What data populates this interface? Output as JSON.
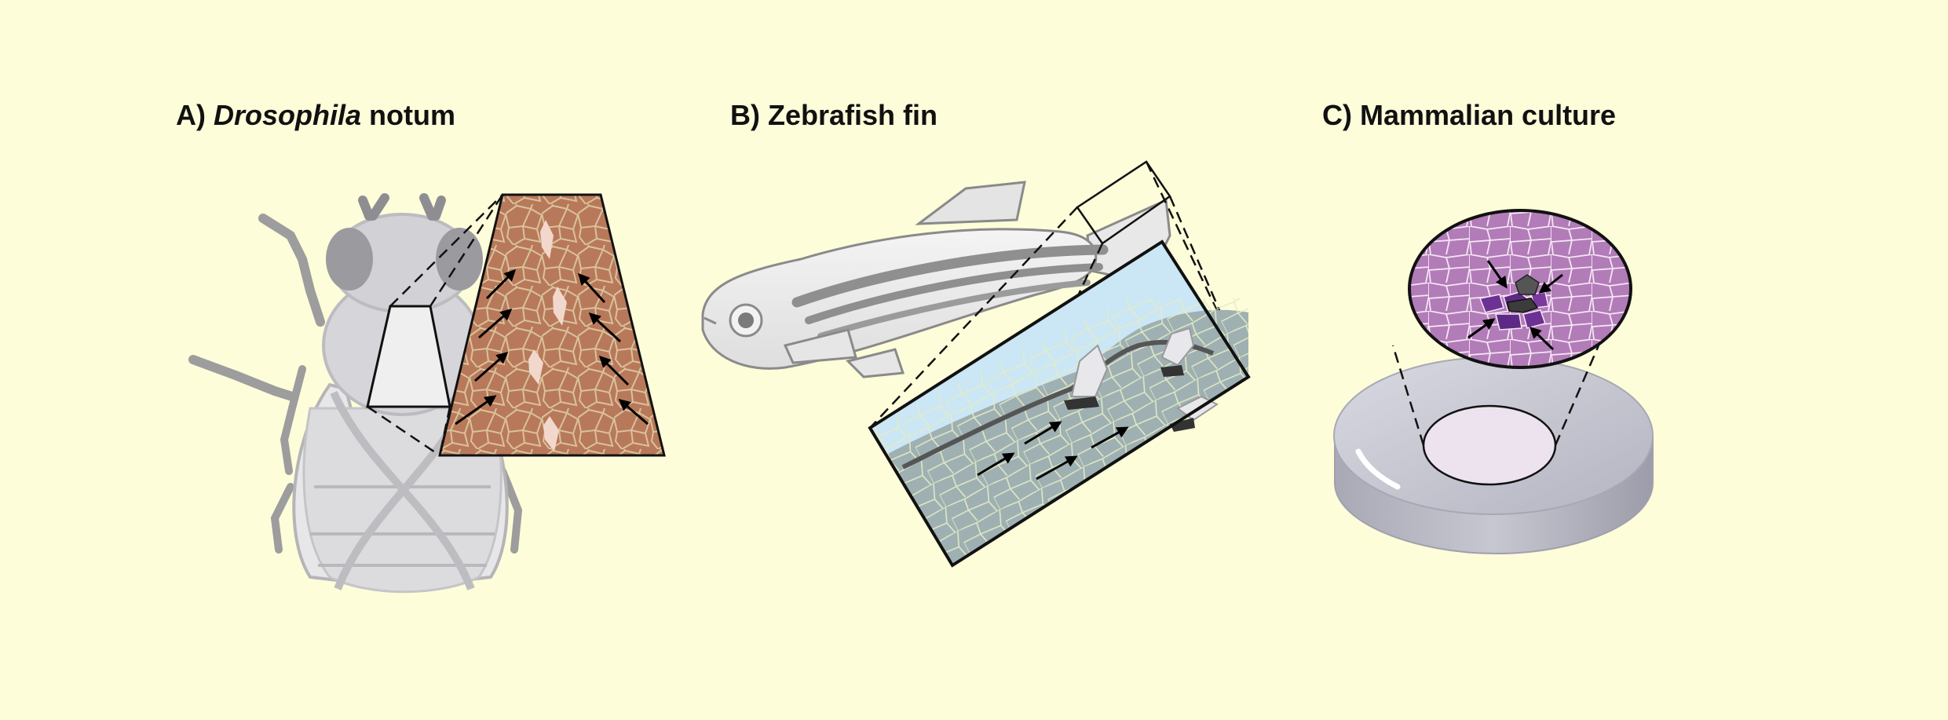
{
  "panels": {
    "a": {
      "prefix": "A) ",
      "italic": "Drosophila",
      "suffix": " notum"
    },
    "b": {
      "label": "B) Zebrafish fin"
    },
    "c": {
      "label": "C) Mammalian culture"
    }
  },
  "colors": {
    "background": "#fefdda",
    "drosophila_tissue": "#b8795a",
    "drosophila_cell_edges": "#d9c29c",
    "fin_water": "#cbe6f5",
    "fin_tissue": "#9fb0b3",
    "fin_cell_edges": "#e3ecc4",
    "culture_tissue": "#b27cb8",
    "culture_wound_cells": "#5c2a86",
    "dish": "#c9c9d3"
  },
  "icons": {
    "fly": "fruit-fly-illustration",
    "fish": "zebrafish-illustration",
    "dish": "petri-dish-illustration",
    "arrow": "migration-arrow-icon"
  }
}
